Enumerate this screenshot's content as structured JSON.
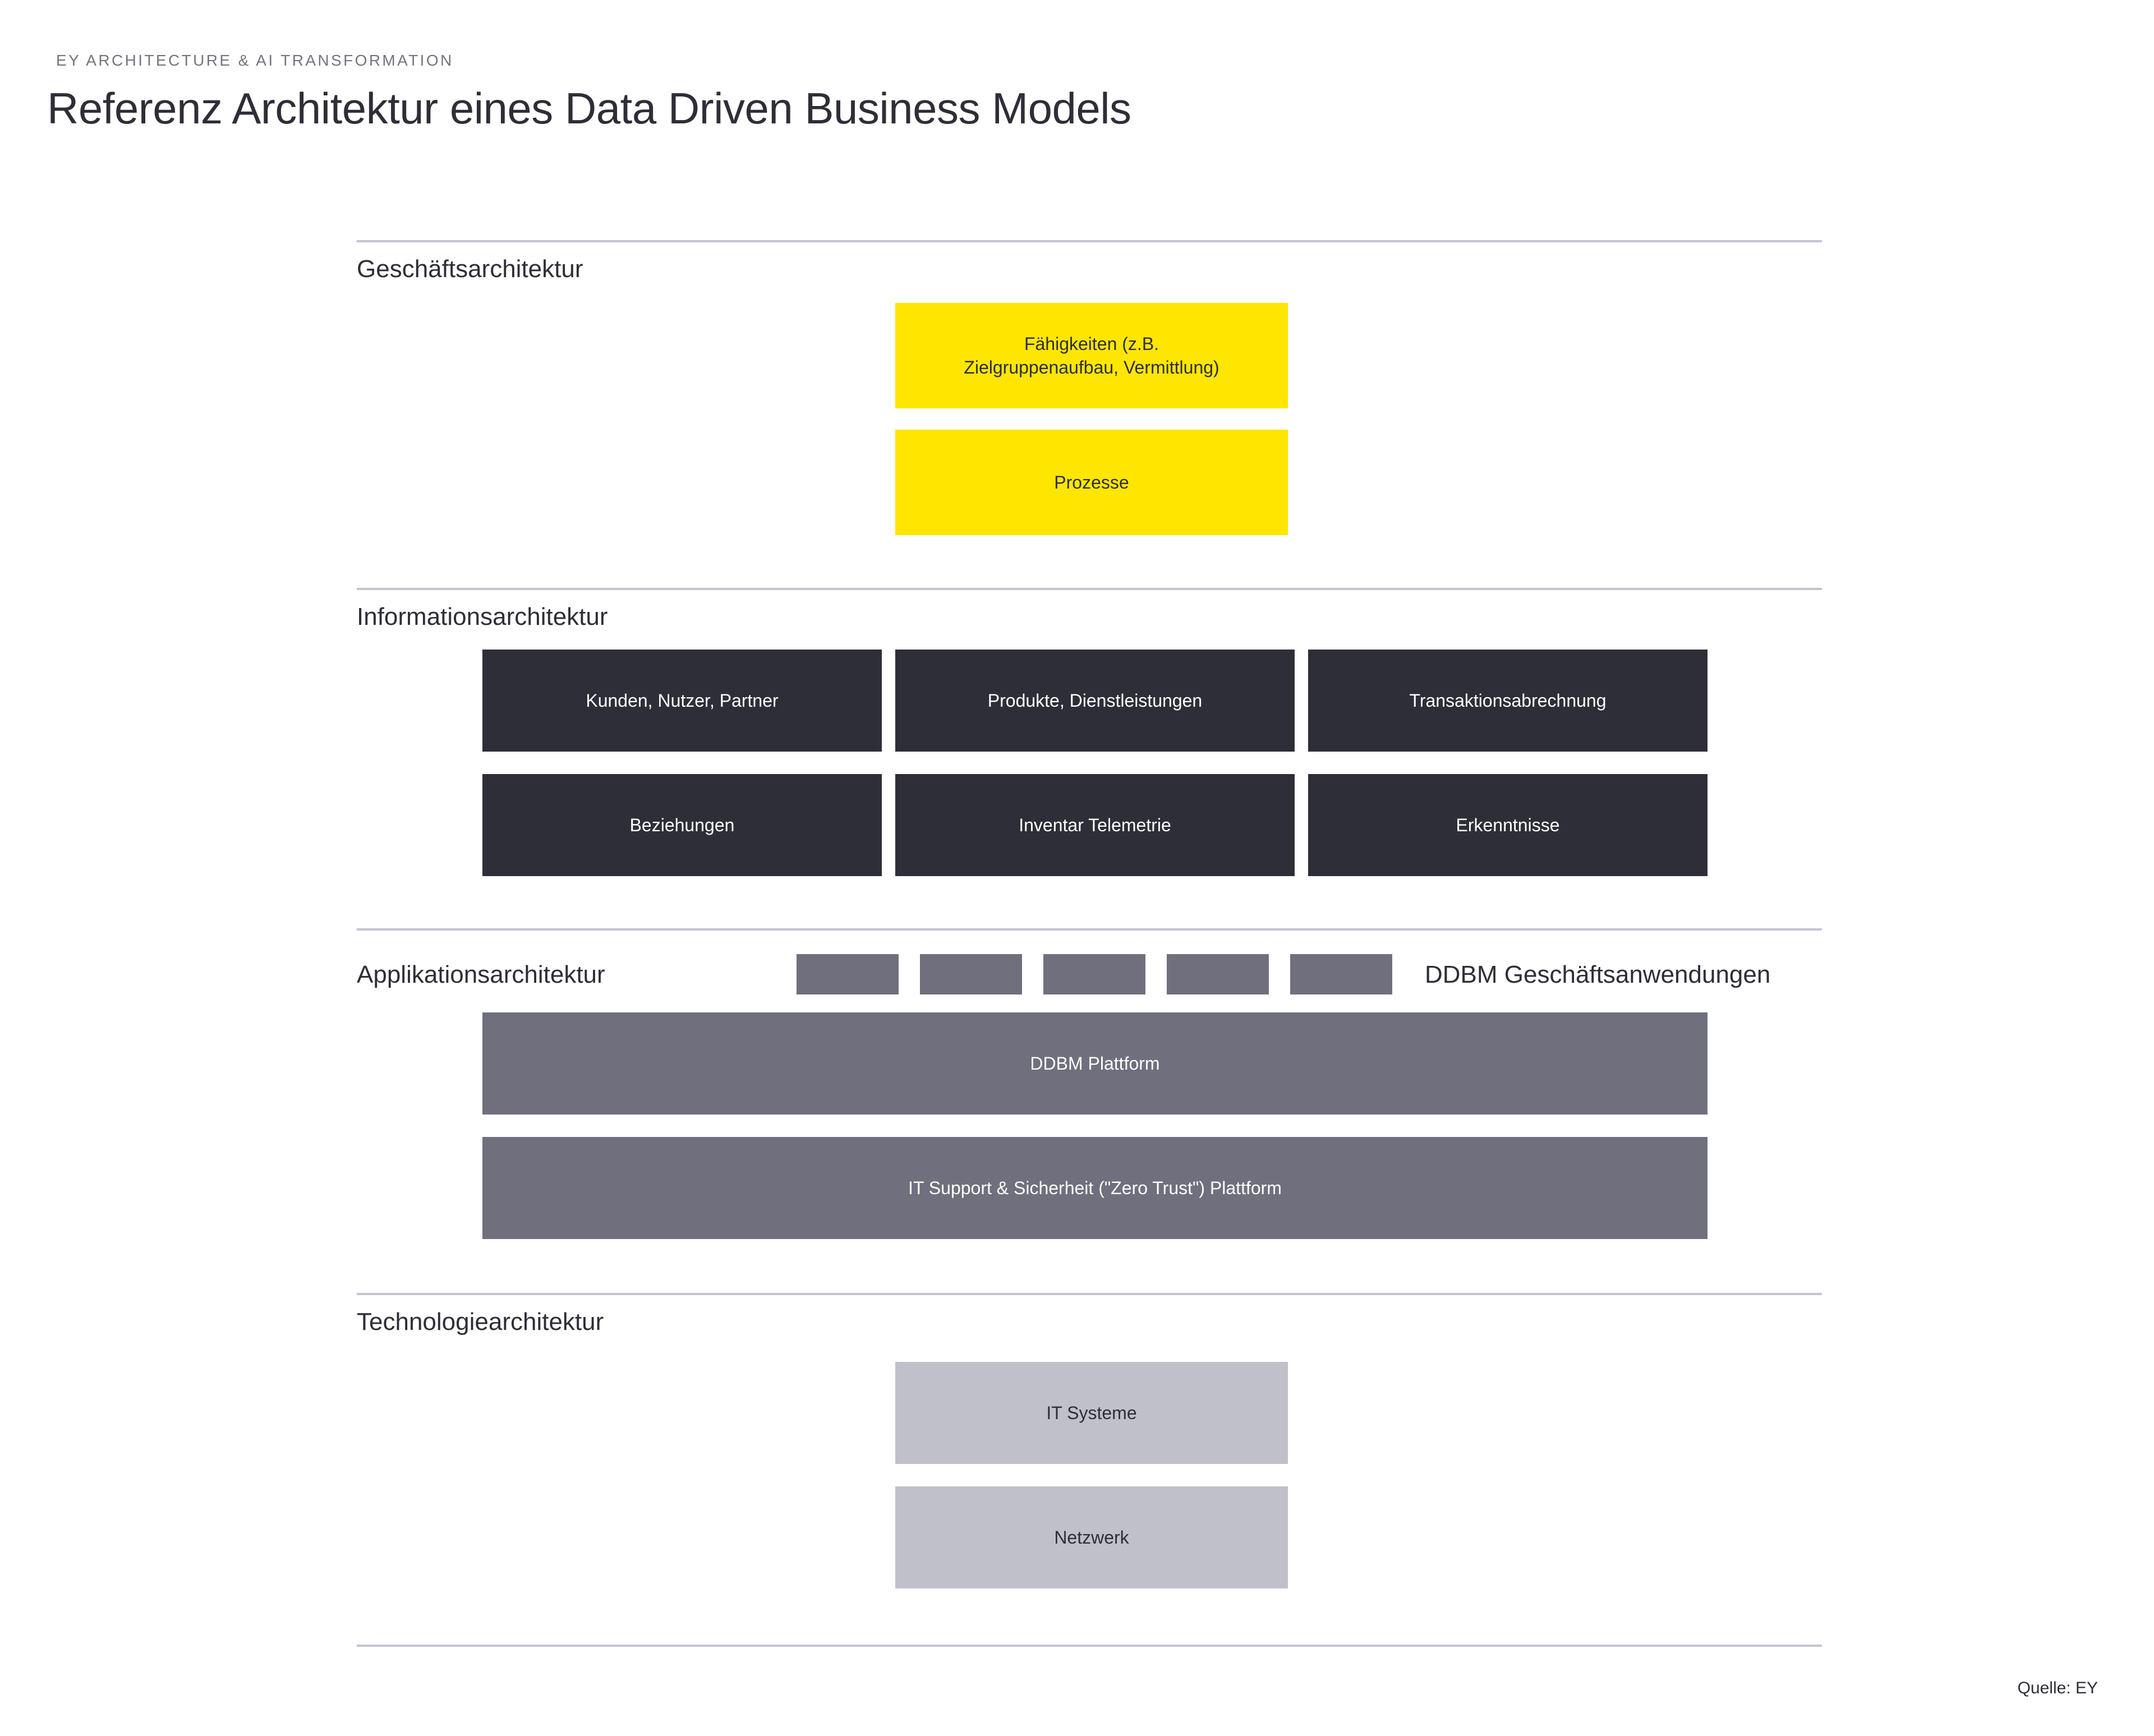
{
  "header": {
    "eyebrow": "EY ARCHITECTURE & AI TRANSFORMATION",
    "title": "Referenz Architektur eines Data Driven Business Models"
  },
  "colors": {
    "accent_yellow": "#ffe600",
    "dark": "#2e2e38",
    "mid_grey": "#6f6f7e",
    "light_grey": "#c0c0cb",
    "divider": "#c4c4cf"
  },
  "sections": {
    "business": {
      "label": "Geschäftsarchitektur",
      "boxes": [
        {
          "line1": "Fähigkeiten (z.B.",
          "line2": "Zielgruppenaufbau, Vermittlung)"
        },
        {
          "line1": "Prozesse",
          "line2": ""
        }
      ]
    },
    "information": {
      "label": "Informationsarchitektur",
      "row1": [
        "Kunden, Nutzer, Partner",
        "Produkte, Dienstleistungen",
        "Transaktionsabrechnung"
      ],
      "row2": [
        "Beziehungen",
        "Inventar Telemetrie",
        "Erkenntnisse"
      ]
    },
    "application": {
      "label": "Applikationsarchitektur",
      "apps_caption": "DDBM Geschäftsanwendungen",
      "app_chip_count": 5,
      "platform": "DDBM Plattform",
      "support_platform": "IT Support & Sicherheit (\"Zero Trust\") Plattform"
    },
    "technology": {
      "label": "Technologiearchitektur",
      "boxes": [
        "IT Systeme",
        "Netzwerk"
      ]
    }
  },
  "footer": {
    "source": "Quelle: EY"
  }
}
